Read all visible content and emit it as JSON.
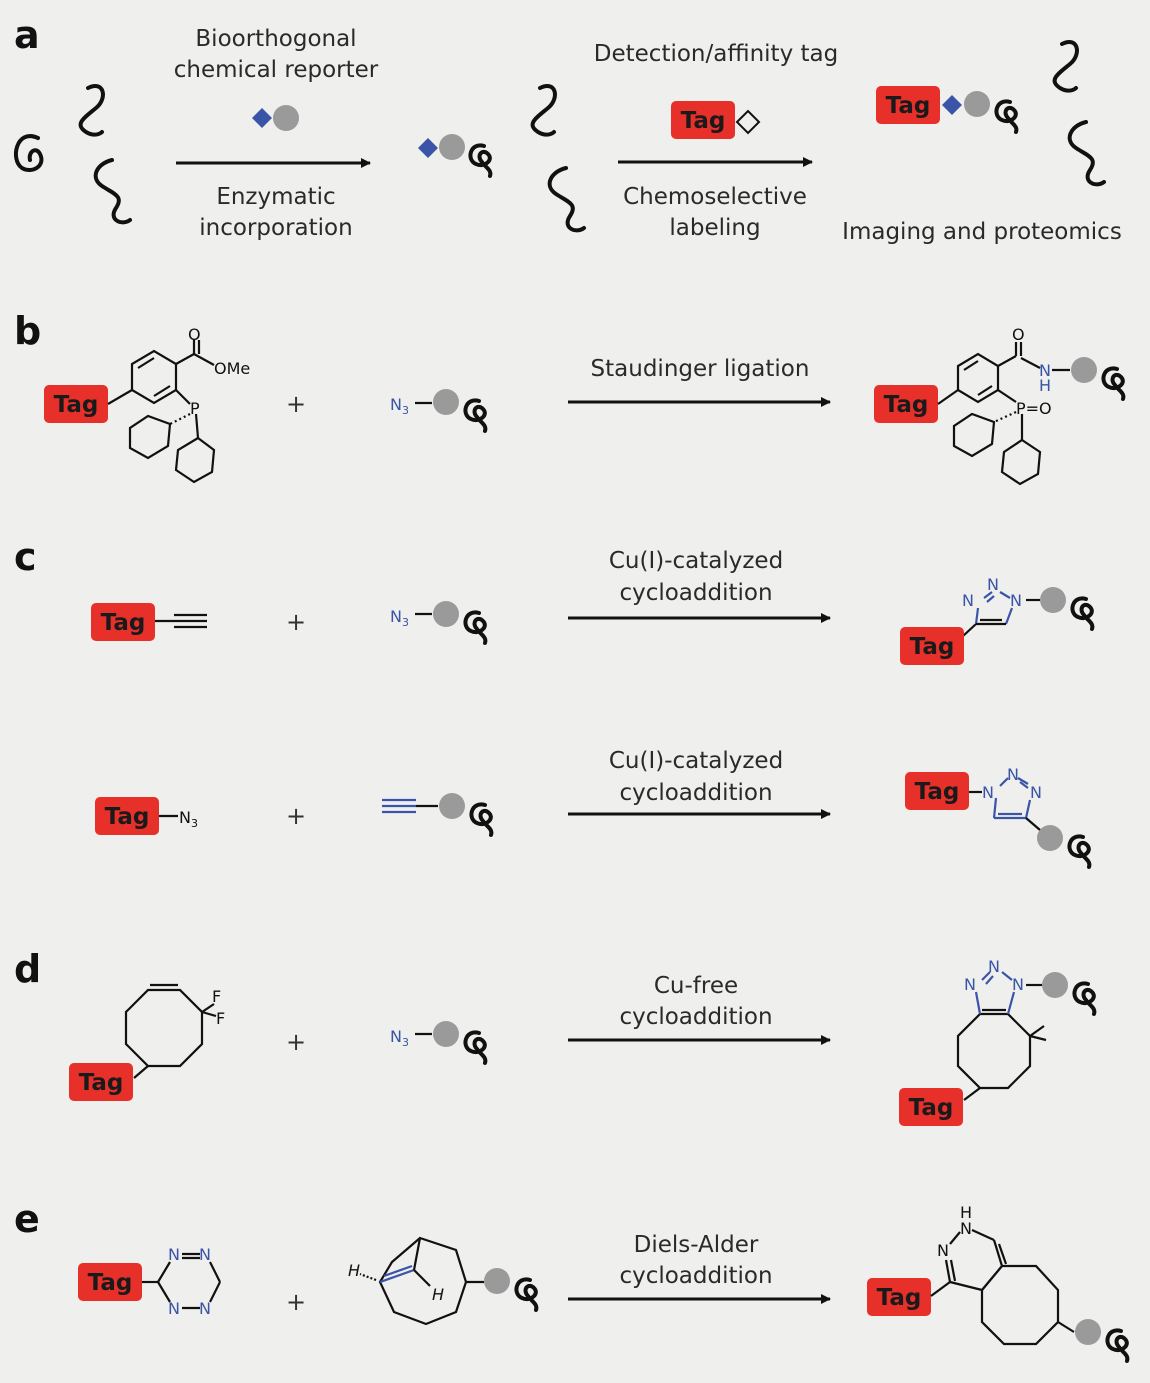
{
  "panels": {
    "a": "a",
    "b": "b",
    "c": "c",
    "d": "d",
    "e": "e"
  },
  "tag_label": "Tag",
  "plus": "+",
  "panel_a": {
    "reporter_label_1": "Bioorthogonal",
    "reporter_label_2": "chemical reporter",
    "step1_below_1": "Enzymatic",
    "step1_below_2": "incorporation",
    "tag_title": "Detection/affinity tag",
    "step2_below_1": "Chemoselective",
    "step2_below_2": "labeling",
    "result_label": "Imaging and proteomics"
  },
  "panel_b": {
    "reaction": "Staudinger ligation",
    "ome": "OMe",
    "o": "O",
    "p": "P",
    "n3": "N",
    "n3_sub": "3",
    "product_o": "O",
    "product_p": "P=O",
    "product_n": "N",
    "product_h": "H"
  },
  "panel_c": {
    "reaction1_l1": "Cu(I)-catalyzed",
    "reaction1_l2": "cycloaddition",
    "reaction2_l1": "Cu(I)-catalyzed",
    "reaction2_l2": "cycloaddition",
    "n": "N",
    "n3": "N",
    "n3_sub": "3"
  },
  "panel_d": {
    "reaction_l1": "Cu-free",
    "reaction_l2": "cycloaddition",
    "f": "F",
    "n": "N",
    "n3": "N",
    "n3_sub": "3"
  },
  "panel_e": {
    "reaction_l1": "Diels-Alder",
    "reaction_l2": "cycloaddition",
    "n": "N",
    "h": "H"
  },
  "colors": {
    "tag": "#e8302a",
    "reporter_blue": "#3a55a8",
    "bead_gray": "#9a9a9a",
    "background": "#efefed"
  }
}
